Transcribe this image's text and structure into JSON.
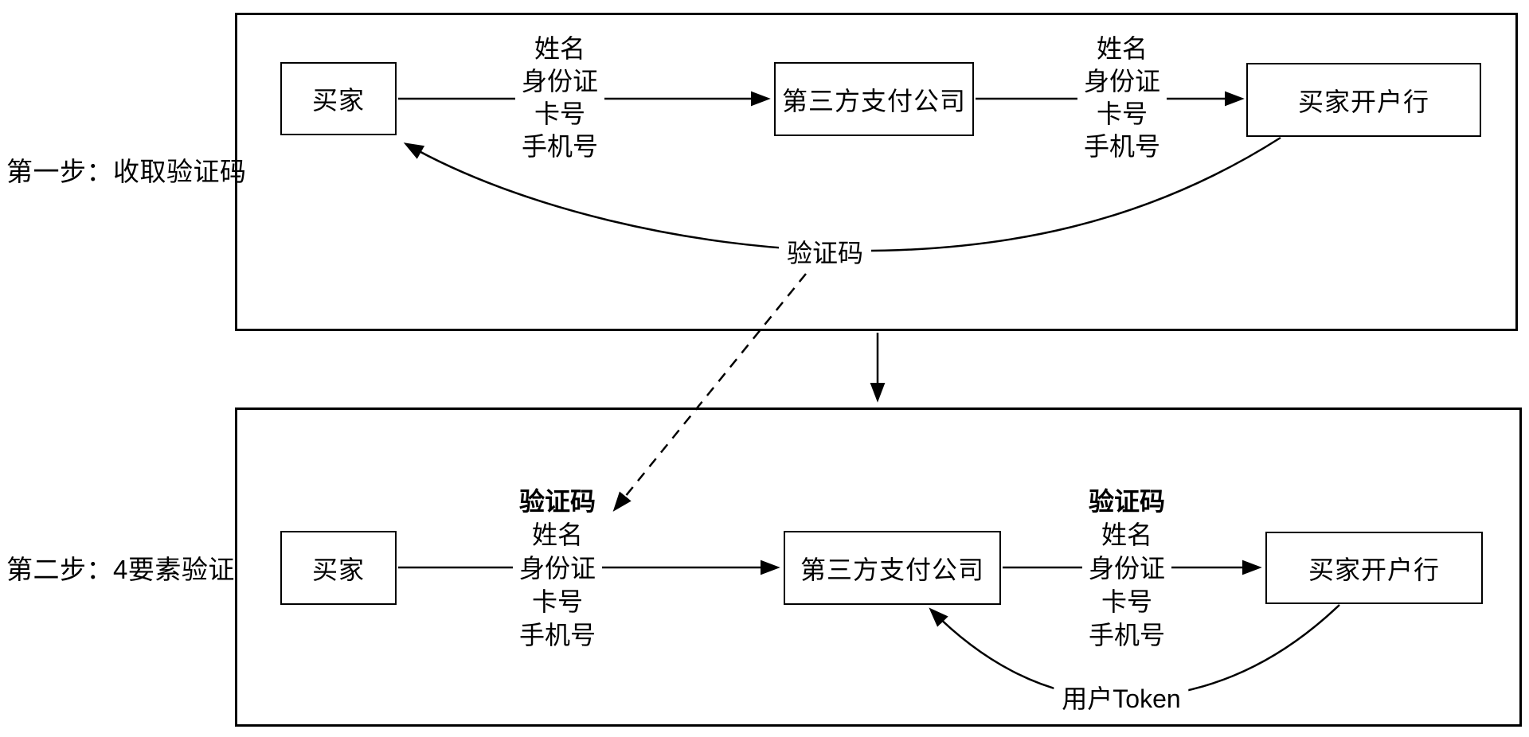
{
  "colors": {
    "ink": "#000000",
    "paper": "#ffffff"
  },
  "step1": {
    "label": "第一步：收取验证码",
    "buyer": "买家",
    "psp": "第三方支付公司",
    "bank": "买家开户行",
    "request_fields": [
      "姓名",
      "身份证",
      "卡号",
      "手机号"
    ],
    "return_label": "验证码"
  },
  "step2": {
    "label": "第二步：4要素验证",
    "buyer": "买家",
    "psp": "第三方支付公司",
    "bank": "买家开户行",
    "request_fields": [
      "验证码",
      "姓名",
      "身份证",
      "卡号",
      "手机号"
    ],
    "return_label": "用户Token"
  }
}
